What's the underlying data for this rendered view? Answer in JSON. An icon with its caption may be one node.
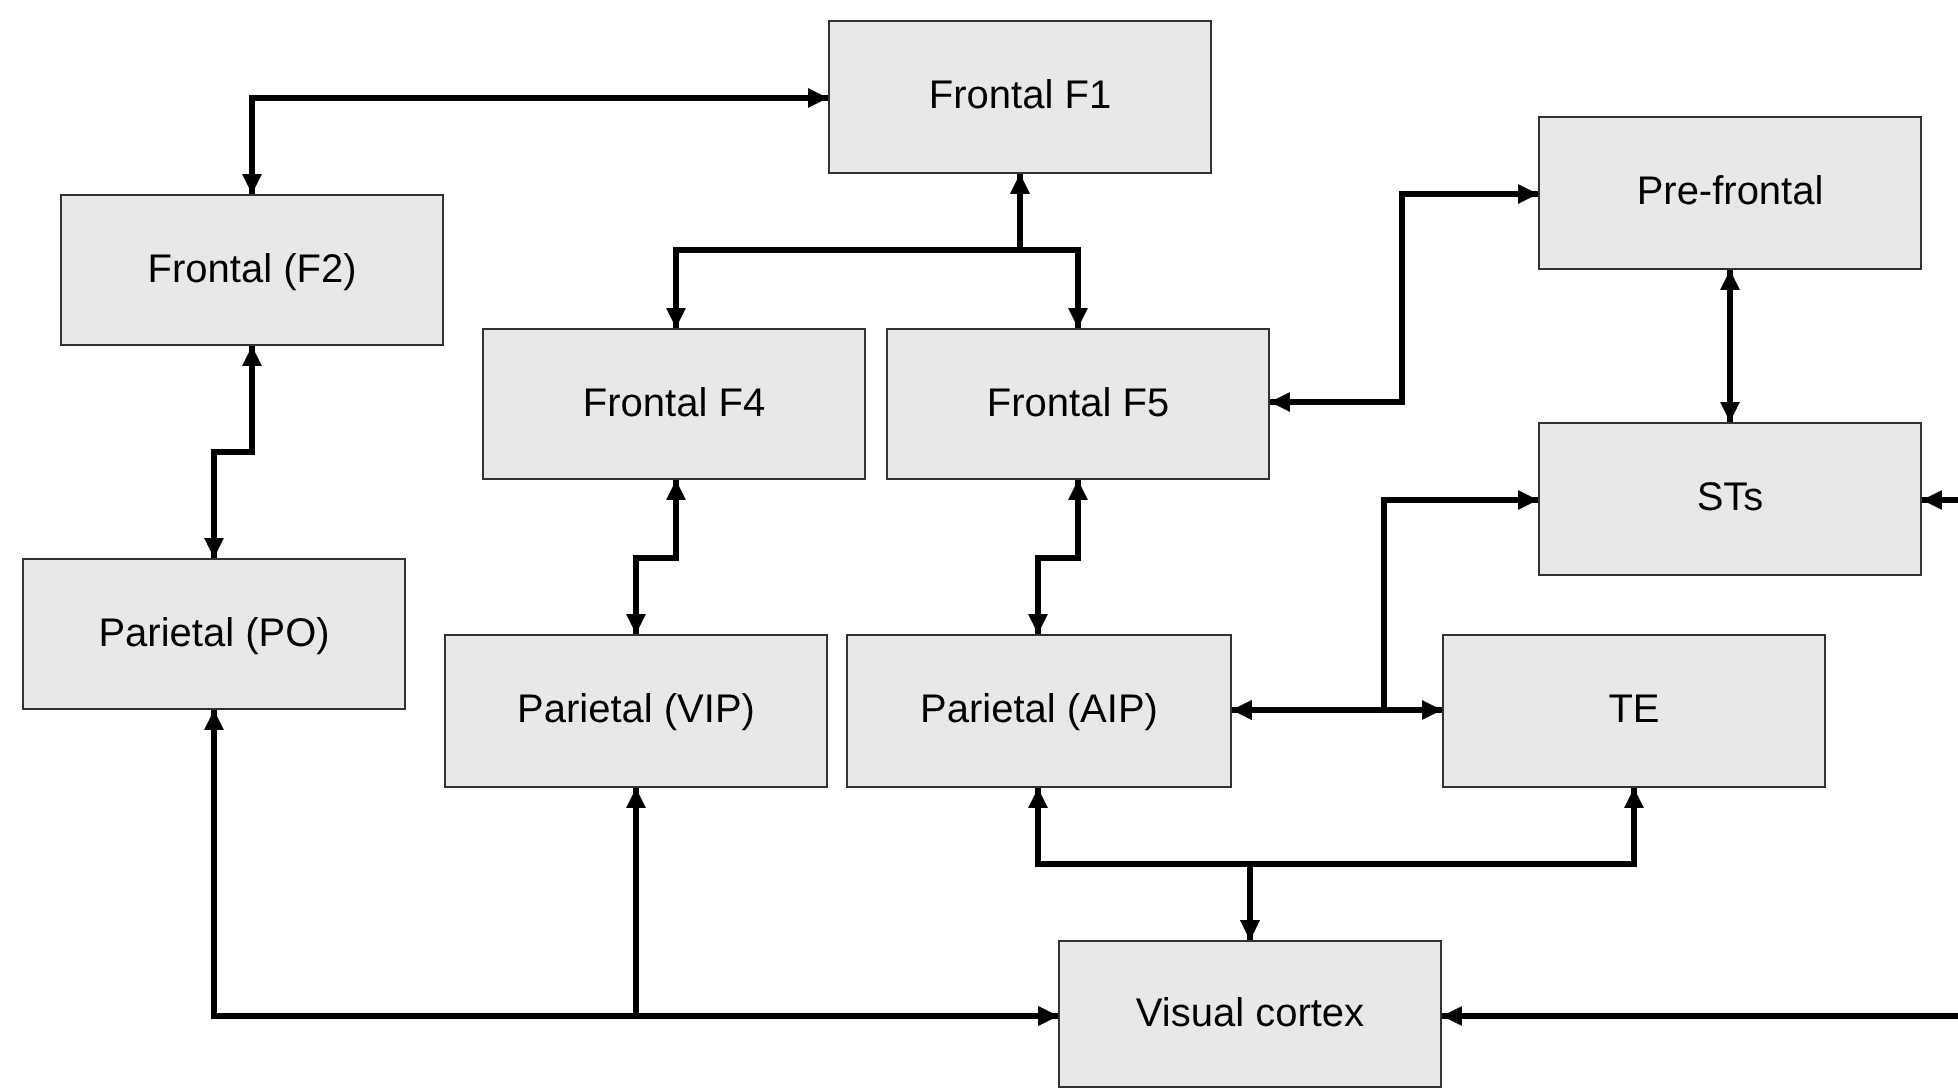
{
  "diagram": {
    "nodes": [
      {
        "text": [
          "Frontal F1"
        ]
      },
      {
        "text": [
          "Pre-frontal"
        ]
      },
      {
        "text": [
          "Frontal (F2)"
        ]
      },
      {
        "text": [
          "Frontal F4"
        ]
      },
      {
        "text": [
          "Frontal F5"
        ]
      },
      {
        "text": [
          "STs"
        ]
      },
      {
        "text": [
          "Parietal (PO)"
        ]
      },
      {
        "text": [
          "Parietal (VIP)"
        ]
      },
      {
        "text": [
          "Parietal (AIP)"
        ]
      },
      {
        "text": [
          "TE"
        ]
      },
      {
        "text": [
          "Visual cortex"
        ]
      }
    ],
    "edges": [
      {
        "from": 0,
        "to": 2,
        "arrow": "both"
      },
      {
        "from": 0,
        "to": 3,
        "arrow": "both"
      },
      {
        "from": 0,
        "to": 4,
        "arrow": "both"
      },
      {
        "from": 1,
        "to": 4,
        "arrow": "both"
      },
      {
        "from": 1,
        "to": 5,
        "arrow": "both"
      },
      {
        "from": null,
        "to": 5,
        "arrow": "to"
      },
      {
        "from": 2,
        "to": 6,
        "arrow": "both"
      },
      {
        "from": 3,
        "to": 7,
        "arrow": "both"
      },
      {
        "from": 4,
        "to": 8,
        "arrow": "both"
      },
      {
        "from": 8,
        "to": 9,
        "arrow": "both"
      },
      {
        "from": 8,
        "to": 5,
        "arrow": "both"
      },
      {
        "from": 10,
        "to": 8,
        "arrow": "both"
      },
      {
        "from": 10,
        "to": 9,
        "arrow": "both"
      },
      {
        "from": 6,
        "to": 10,
        "arrow": "both"
      },
      {
        "from": 7,
        "to": 10,
        "arrow": "both"
      },
      {
        "from": null,
        "to": 10,
        "arrow": "to"
      }
    ]
  }
}
